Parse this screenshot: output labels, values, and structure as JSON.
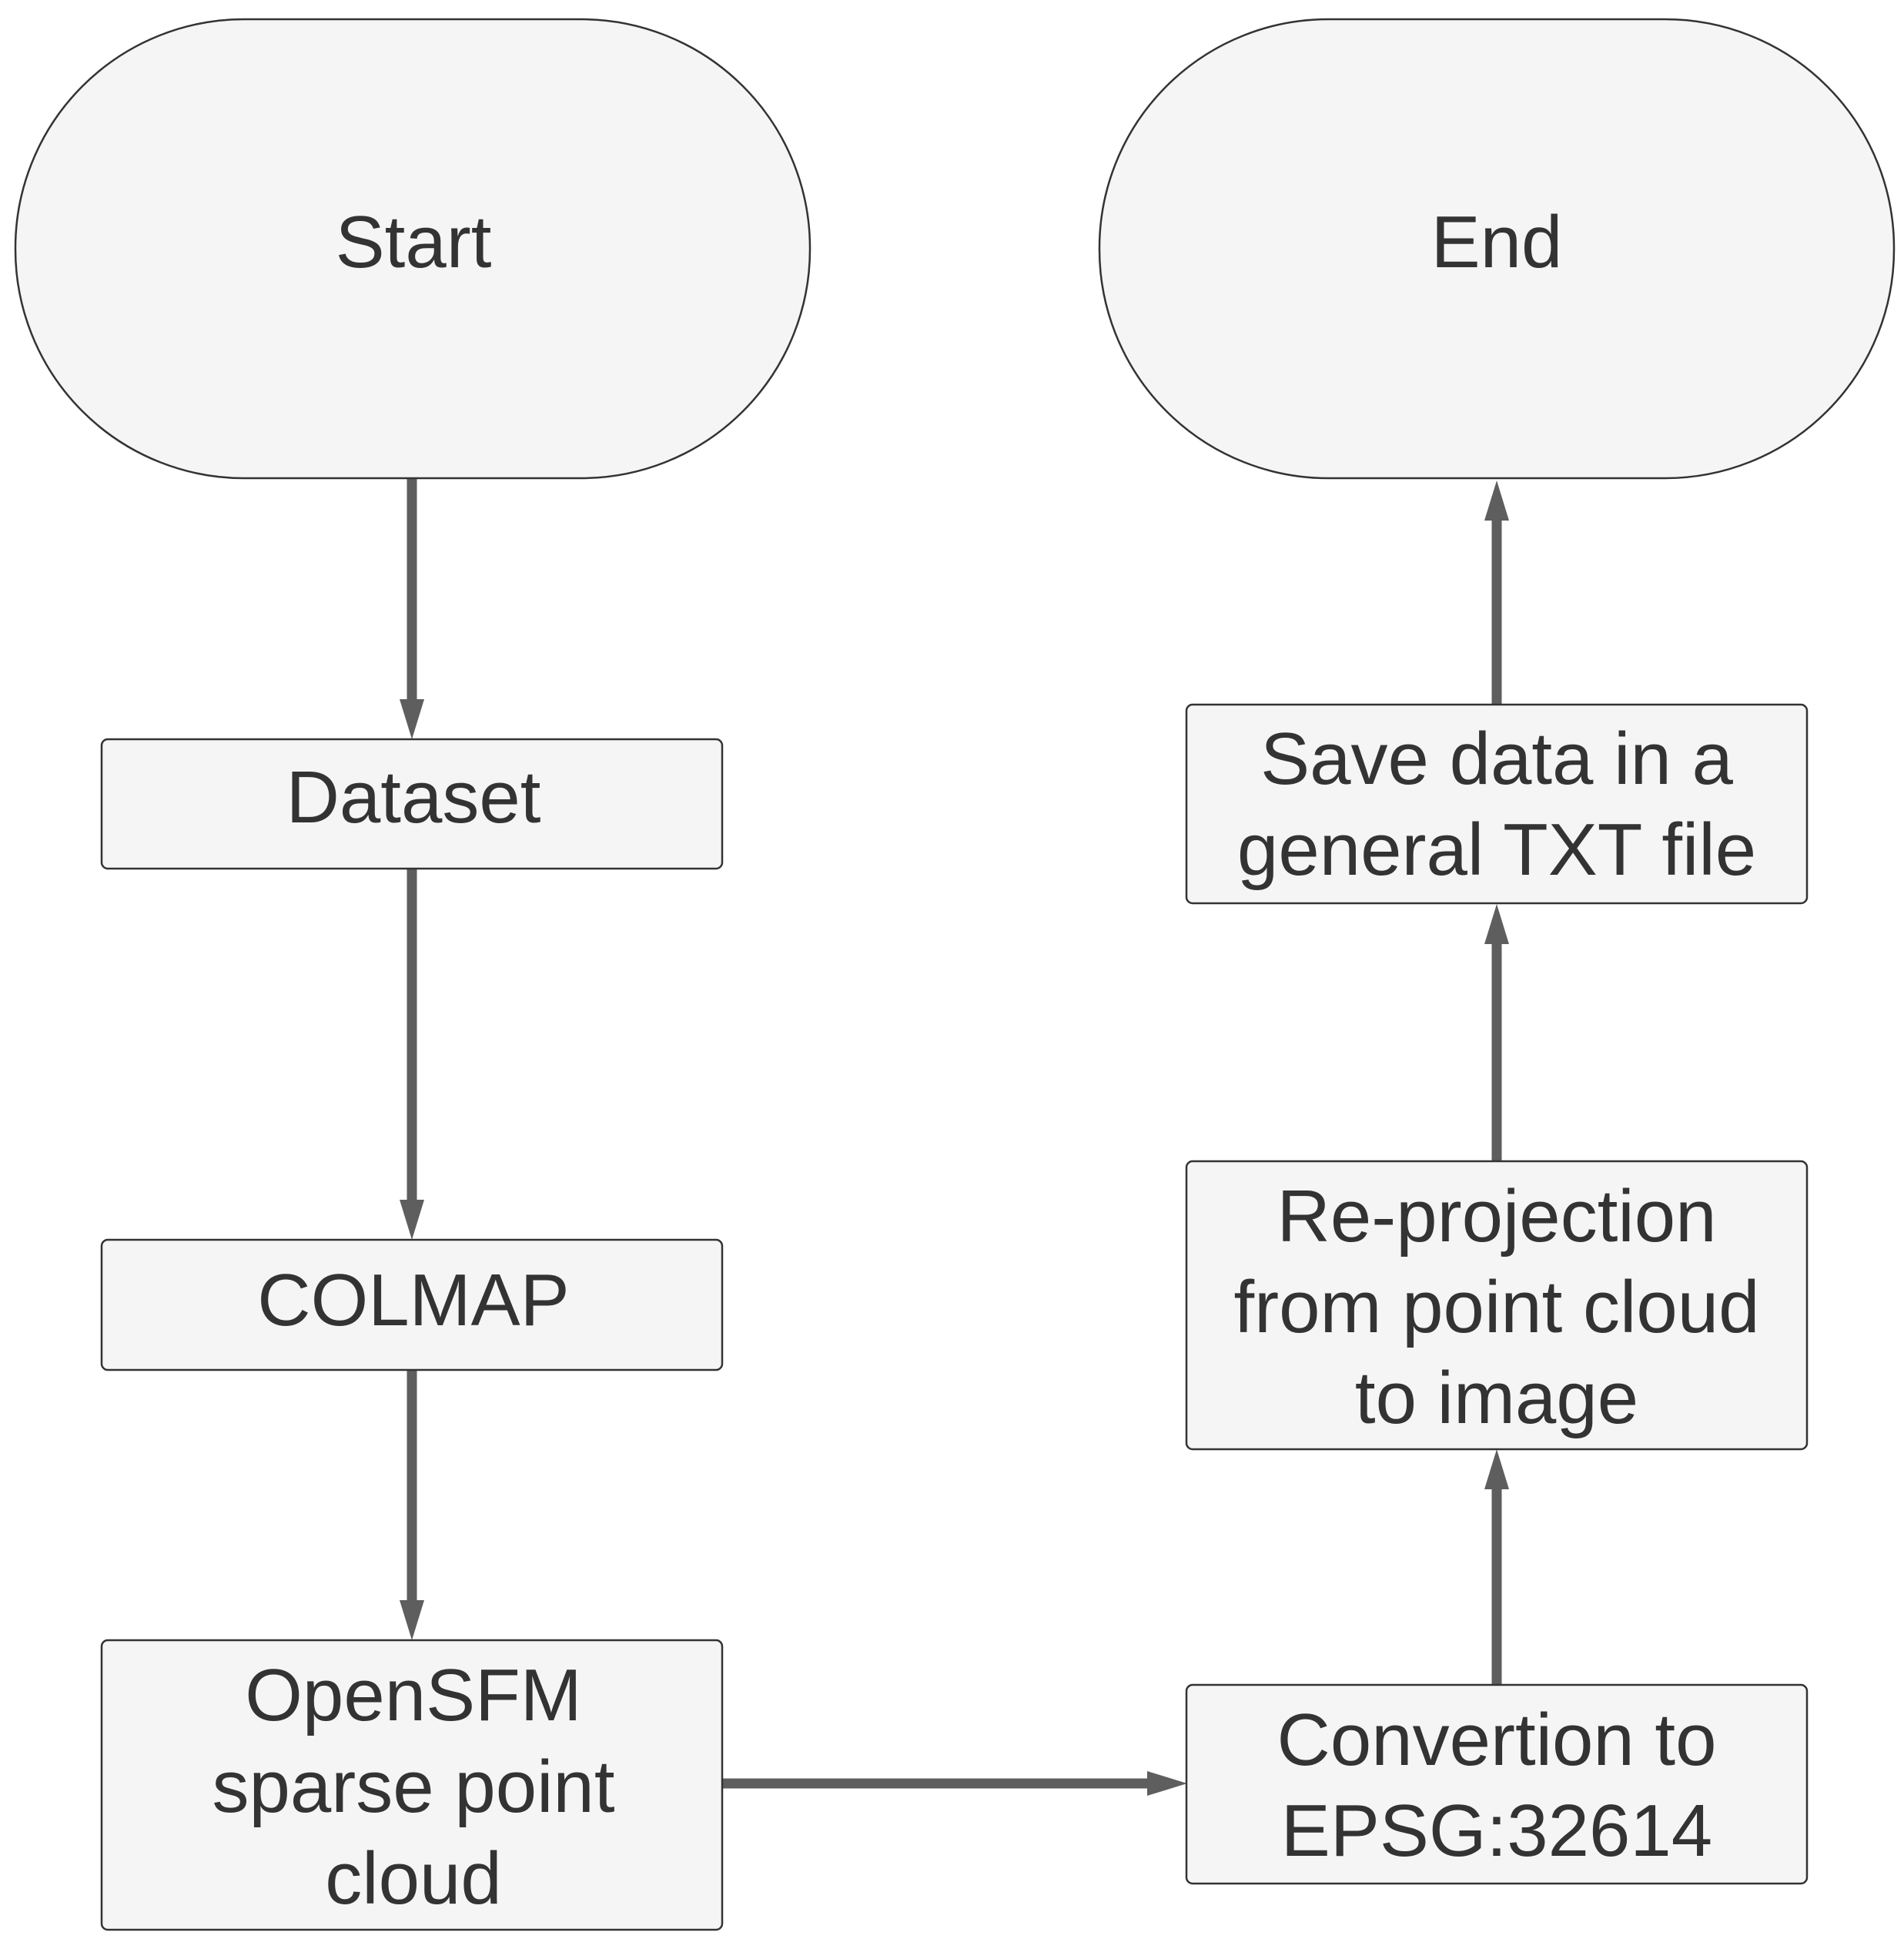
{
  "diagram": {
    "nodes": {
      "start": {
        "lines": [
          "Start"
        ]
      },
      "end": {
        "lines": [
          "End"
        ]
      },
      "dataset": {
        "lines": [
          "Dataset"
        ]
      },
      "colmap": {
        "lines": [
          "COLMAP"
        ]
      },
      "opensfm": {
        "lines": [
          "OpenSFM",
          "sparse point",
          "cloud"
        ]
      },
      "convertion": {
        "lines": [
          "Convertion to",
          "EPSG:32614"
        ]
      },
      "reprojection": {
        "lines": [
          "Re-projection",
          "from point cloud",
          "to image"
        ]
      },
      "save": {
        "lines": [
          "Save data in a",
          "general TXT file"
        ]
      }
    },
    "edges": [
      {
        "from": "start",
        "to": "dataset"
      },
      {
        "from": "dataset",
        "to": "colmap"
      },
      {
        "from": "colmap",
        "to": "opensfm"
      },
      {
        "from": "opensfm",
        "to": "convertion"
      },
      {
        "from": "convertion",
        "to": "reprojection"
      },
      {
        "from": "reprojection",
        "to": "save"
      },
      {
        "from": "save",
        "to": "end"
      }
    ],
    "colors": {
      "node_fill": "#f5f5f5",
      "node_stroke": "#333333",
      "arrow": "#5e5e5e",
      "text": "#333333"
    }
  }
}
